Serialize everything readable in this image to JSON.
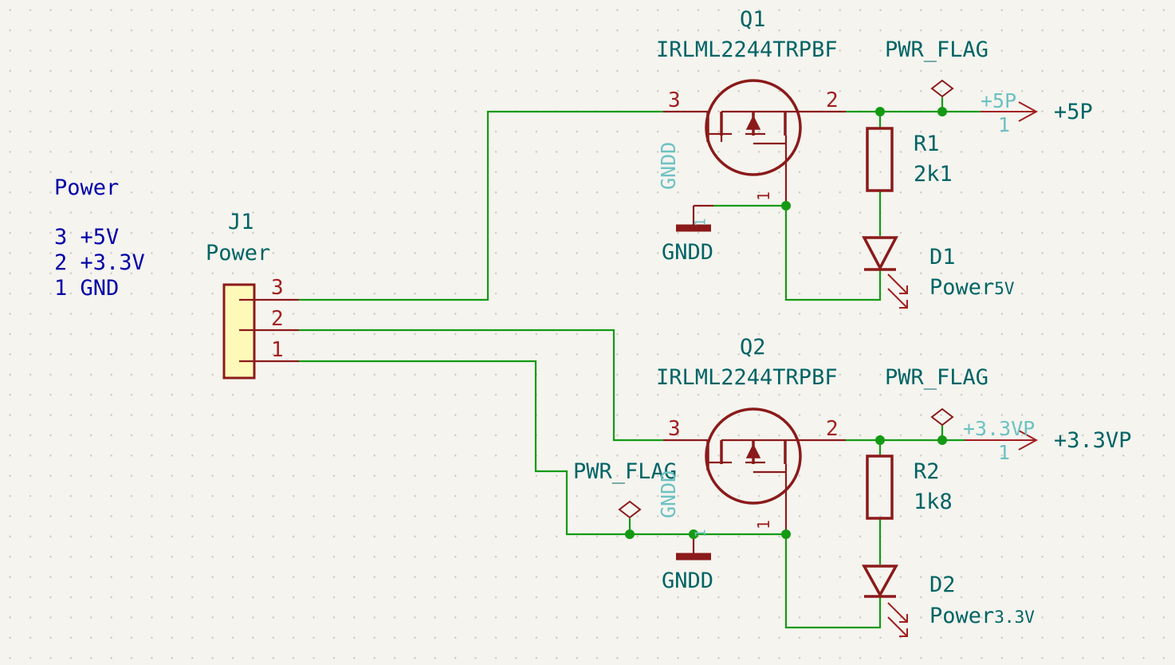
{
  "notes": {
    "title": "Power",
    "line1": "3 +5V",
    "line2": "2 +3.3V",
    "line3": "1 GND"
  },
  "J1": {
    "ref": "J1",
    "value": "Power",
    "pins": [
      "3",
      "2",
      "1"
    ]
  },
  "Q1": {
    "ref": "Q1",
    "value": "IRLML2244TRPBF",
    "pin_gate": "3",
    "pin_drain": "2",
    "pin_source": "1"
  },
  "Q2": {
    "ref": "Q2",
    "value": "IRLML2244TRPBF",
    "pin_gate": "3",
    "pin_drain": "2",
    "pin_source": "1"
  },
  "flags": {
    "flag1": "PWR_FLAG",
    "flag2": "PWR_FLAG",
    "flag3": "PWR_FLAG"
  },
  "R1": {
    "ref": "R1",
    "value": "2k1"
  },
  "R2": {
    "ref": "R2",
    "value": "1k8"
  },
  "D1": {
    "ref": "D1",
    "value_main": "Power",
    "value_sub": "5V"
  },
  "D2": {
    "ref": "D2",
    "value_main": "Power",
    "value_sub": "3.3V"
  },
  "nets": {
    "p5_label": "+5P",
    "p5_pin_name": "+5P",
    "p5_pin_num": "1",
    "p33_label": "+3.3VP",
    "p33_pin_name": "+3.3VP",
    "p33_pin_num": "1"
  },
  "gnd": {
    "g1_label": "GNDD",
    "g1_pin_name": "GNDD",
    "g1_pin_num": "1",
    "g2_label": "GNDD",
    "g2_pin_name": "GNDD",
    "g2_pin_num": "1"
  }
}
